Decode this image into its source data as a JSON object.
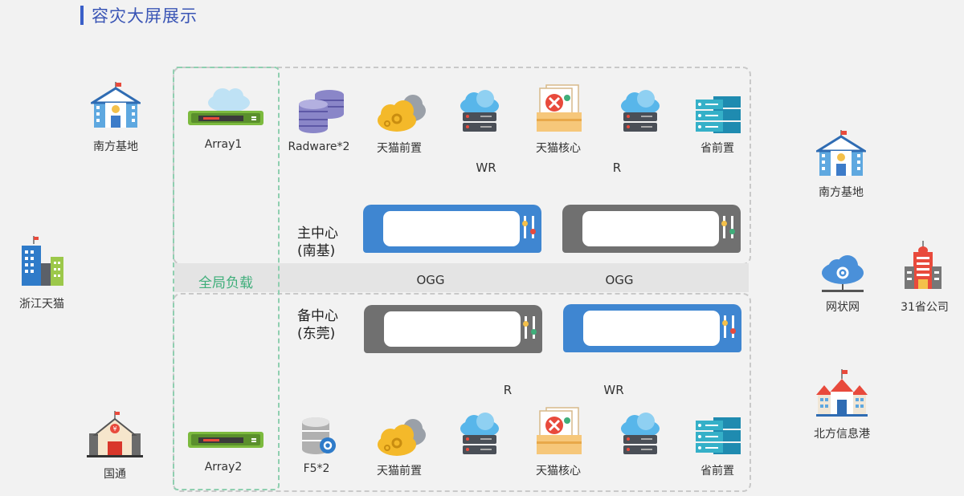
{
  "title": "容灾大屏展示",
  "left": {
    "south_base": "南方基地",
    "zhejiang": "浙江天猫",
    "guotong": "国通"
  },
  "right": {
    "south_base": "南方基地",
    "mesh_net": "网状网",
    "province31": "31省公司",
    "north_hub": "北方信息港"
  },
  "global_lb": "全局负载",
  "main_center": {
    "line1": "主中心",
    "line2": "(南基)"
  },
  "backup_center": {
    "line1": "备中心",
    "line2": "(东莞)"
  },
  "ogg_left": "OGG",
  "ogg_right": "OGG",
  "top_row": {
    "array": "Array1",
    "lb": "Radware*2",
    "tmall_front": "天猫前置",
    "tmall_core": "天猫核心",
    "province_front": "省前置",
    "wr": "WR",
    "r": "R"
  },
  "bottom_row": {
    "array": "Array2",
    "lb": "F5*2",
    "tmall_front": "天猫前置",
    "tmall_core": "天猫核心",
    "province_front": "省前置",
    "r": "R",
    "wr": "WR"
  },
  "colors": {
    "accent": "#3a55b5",
    "green": "#3fae7a",
    "blue_screen": "#3f86d1",
    "gray_screen": "#707070"
  }
}
